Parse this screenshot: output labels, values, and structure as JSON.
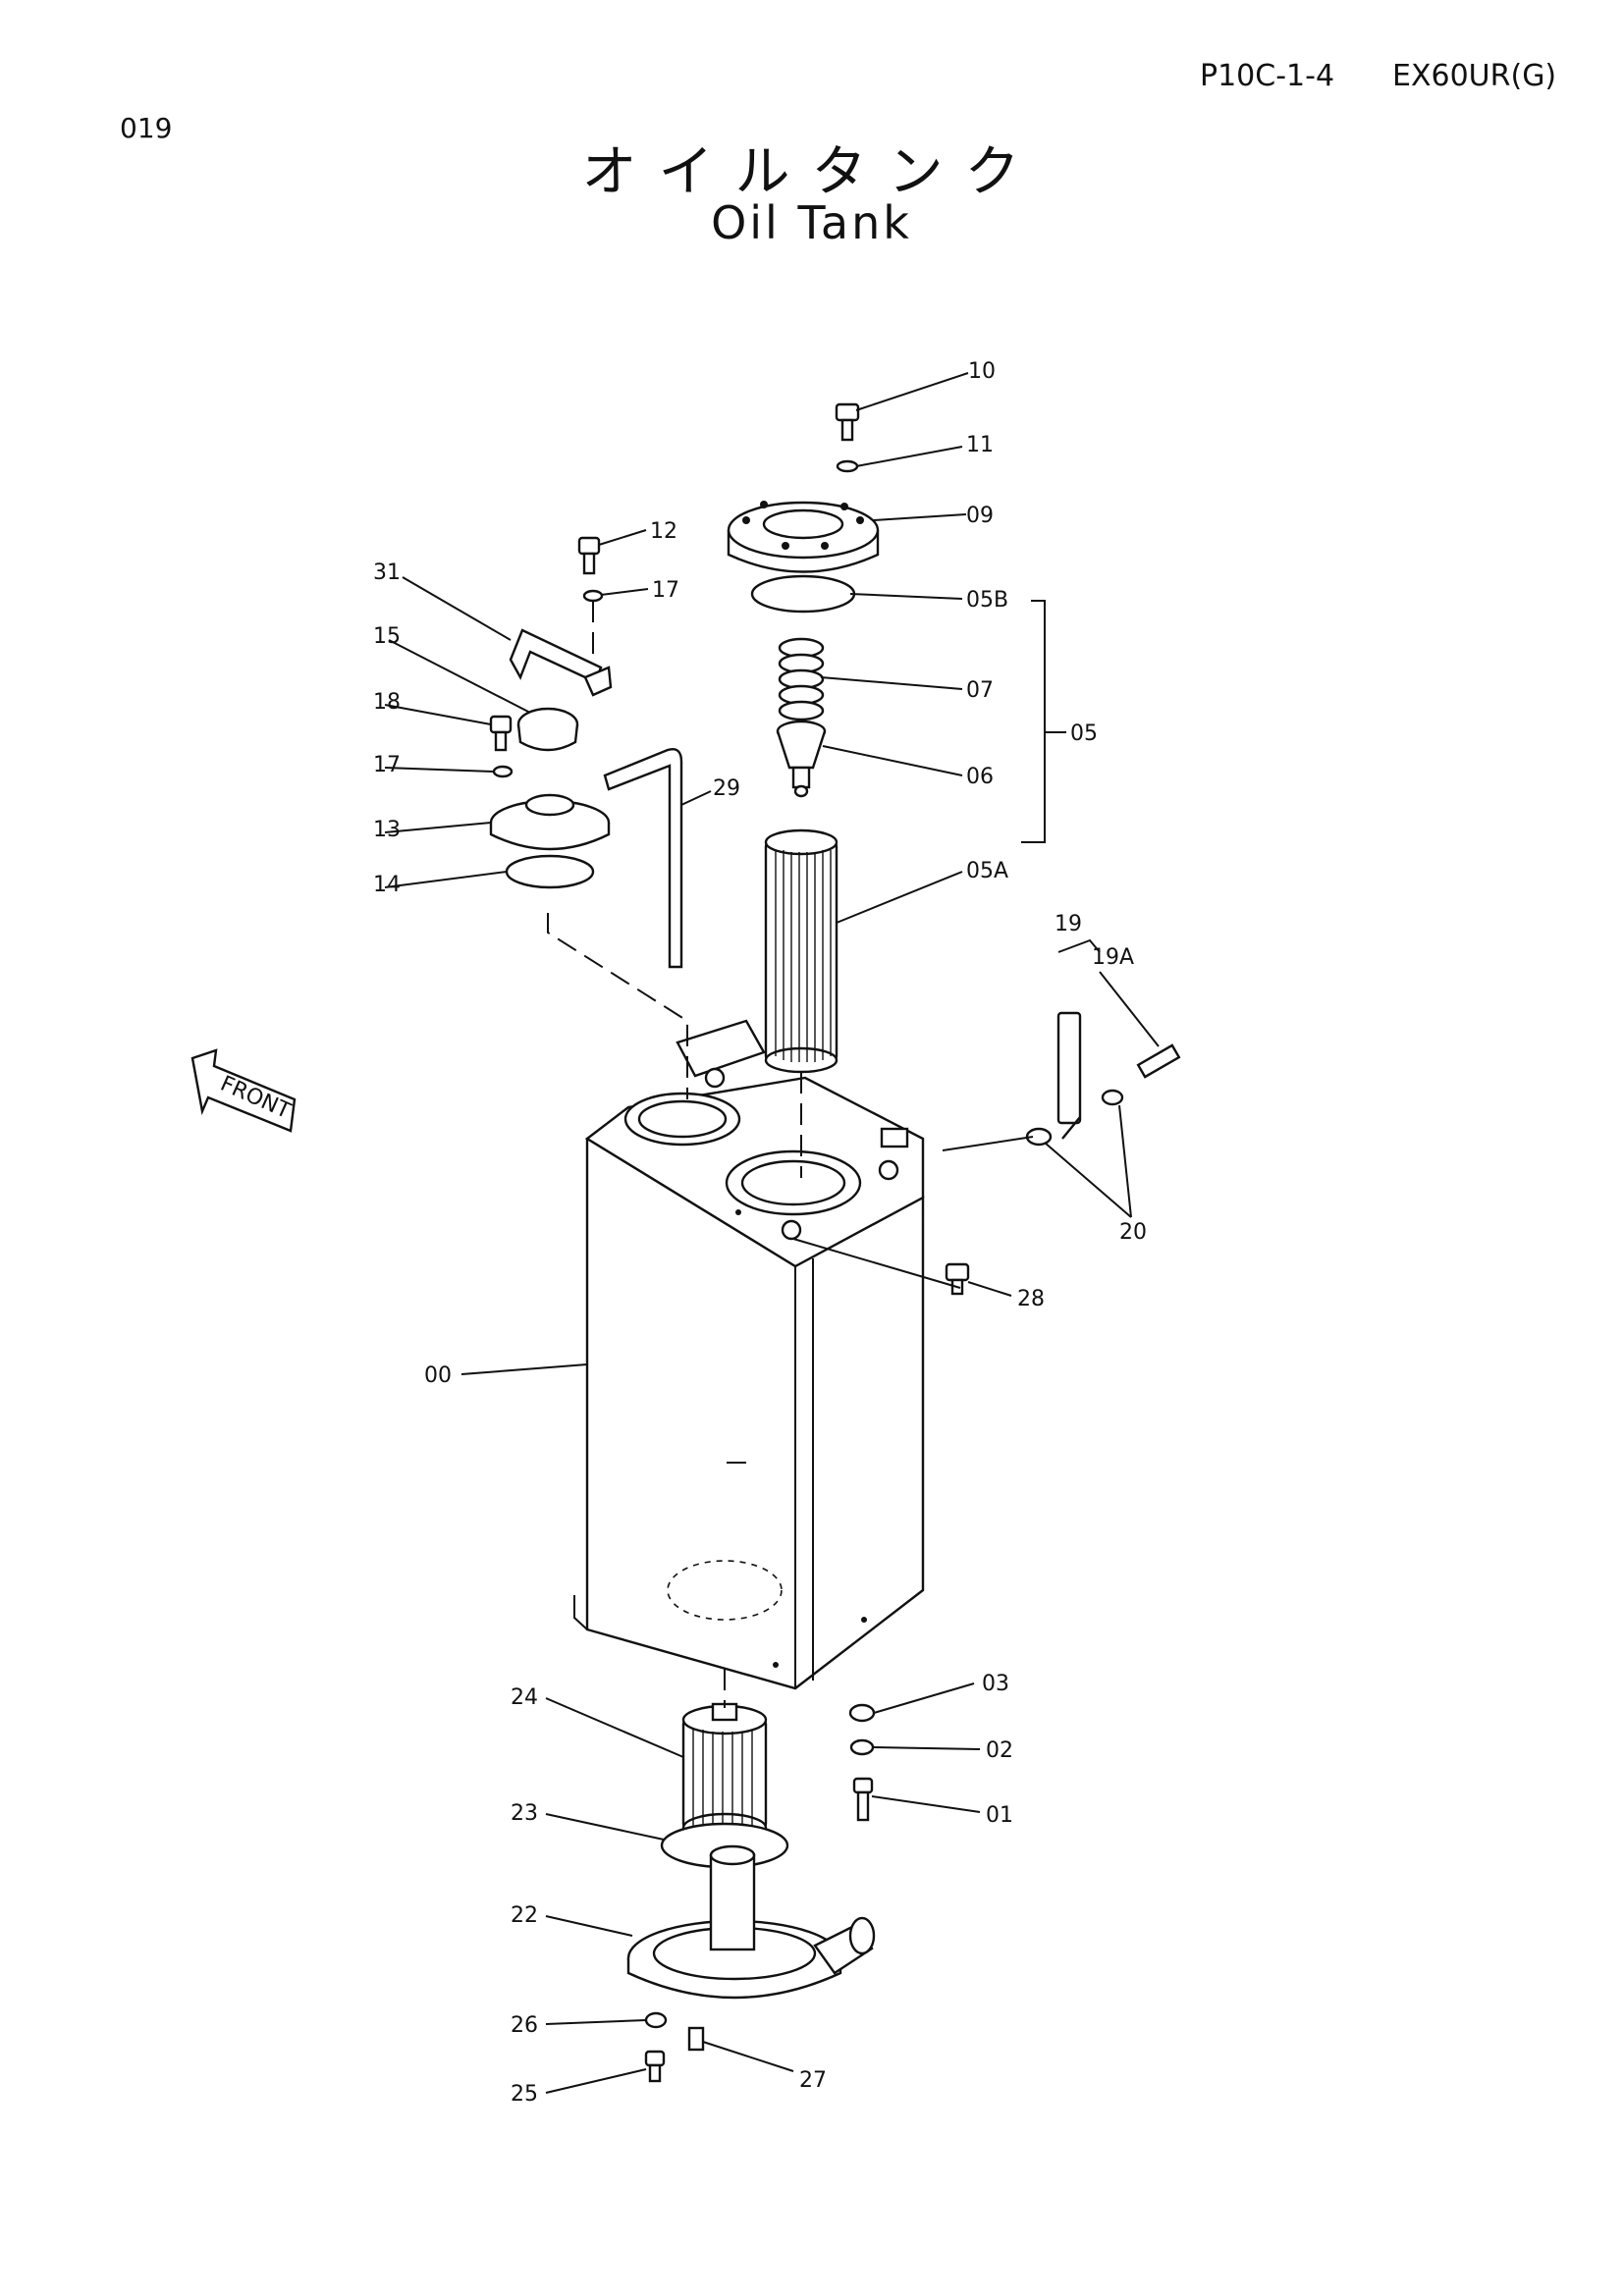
{
  "header": {
    "page_number": "019",
    "doc_code": "P10C-1-4",
    "model": "EX60UR(G)"
  },
  "title": {
    "japanese": "オイルタンク",
    "english": "Oil Tank"
  },
  "front_marker": "FRONT",
  "callouts": {
    "p10": "10",
    "p11": "11",
    "p09": "09",
    "p05B": "05B",
    "p07": "07",
    "p05": "05",
    "p06": "06",
    "p05A": "05A",
    "p12": "12",
    "p17a": "17",
    "p31": "31",
    "p15": "15",
    "p18": "18",
    "p17b": "17",
    "p13": "13",
    "p14": "14",
    "p29": "29",
    "p19": "19",
    "p19A": "19A",
    "p20": "20",
    "p28": "28",
    "p00": "00",
    "p03": "03",
    "p02": "02",
    "p01": "01",
    "p24": "24",
    "p23": "23",
    "p22": "22",
    "p26": "26",
    "p27": "27",
    "p25": "25"
  }
}
